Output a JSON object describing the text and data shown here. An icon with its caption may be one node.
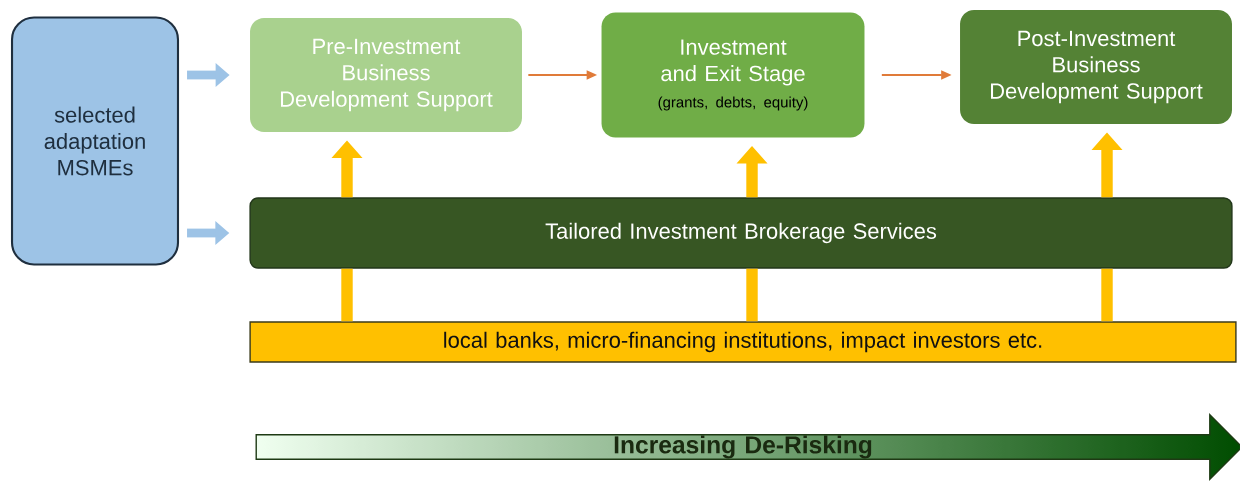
{
  "diagram": {
    "nodes": [
      {
        "text": [
          "selected adaptation MSMEs"
        ]
      },
      {
        "text": [
          "Pre-Investment Business Development Support"
        ]
      },
      {
        "text": [
          "Investment and Exit Stage",
          "(grants, debts, equity)"
        ]
      },
      {
        "text": [
          "Post-Investment Business Development Support"
        ]
      },
      {
        "text": [
          "Tailored Investment Brokerage Services"
        ]
      },
      {
        "text": [
          "local banks, micro-financing institutions, impact investors etc."
        ]
      },
      {
        "text": [
          "Increasing De-Risking"
        ]
      }
    ],
    "edges": [
      {
        "from": 0,
        "to": 1,
        "arrow": "to",
        "color": "#9dc3e6"
      },
      {
        "from": 0,
        "to": 4,
        "arrow": "to",
        "color": "#9dc3e6"
      },
      {
        "from": 1,
        "to": 2,
        "arrow": "to",
        "color": "#e07b39"
      },
      {
        "from": 2,
        "to": 3,
        "arrow": "to",
        "color": "#e07b39"
      },
      {
        "from": 5,
        "to": 4,
        "arrow": "none"
      },
      {
        "from": 4,
        "to": 1,
        "arrow": "to"
      },
      {
        "from": 5,
        "to": 4,
        "arrow": "none"
      },
      {
        "from": 4,
        "to": 2,
        "arrow": "to"
      },
      {
        "from": 5,
        "to": 4,
        "arrow": "none"
      },
      {
        "from": 4,
        "to": 3,
        "arrow": "to"
      }
    ]
  }
}
